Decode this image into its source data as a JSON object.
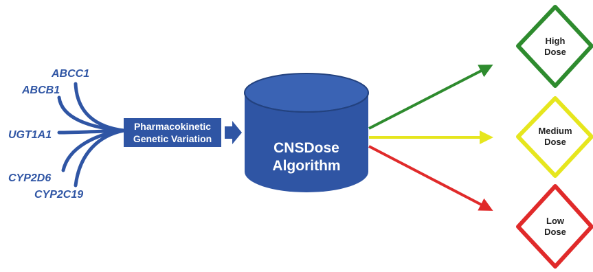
{
  "genes": [
    "ABCC1",
    "ABCB1",
    "UGT1A1",
    "CYP2D6",
    "CYP2C19"
  ],
  "variation_box": {
    "line1": "Pharmacokinetic",
    "line2": "Genetic Variation"
  },
  "algorithm": {
    "line1": "CNSDose",
    "line2": "Algorithm"
  },
  "doses": [
    {
      "line1": "High",
      "line2": "Dose",
      "color": "#2e8b2e"
    },
    {
      "line1": "Medium",
      "line2": "Dose",
      "color": "#e6e61e"
    },
    {
      "line1": "Low",
      "line2": "Dose",
      "color": "#e02a2a"
    }
  ],
  "colors": {
    "primary": "#2f55a4",
    "primary_dark": "#23427f",
    "cylinder_top": "#3a63b4"
  }
}
